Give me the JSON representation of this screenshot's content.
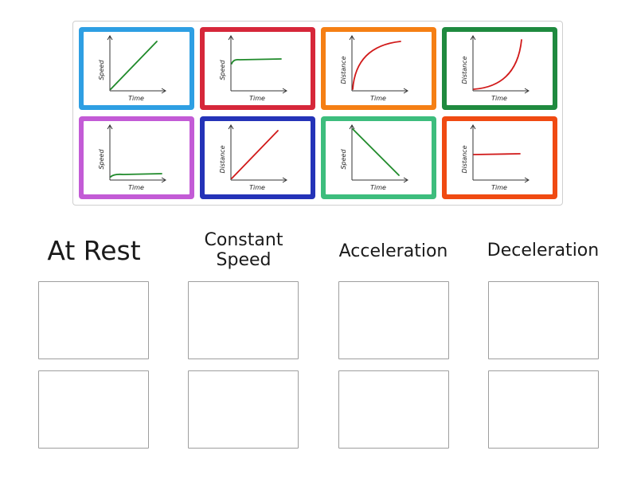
{
  "cards": [
    {
      "name": "card-speed-linear-increase",
      "frame": "#2e9fe3",
      "ylabel": "Speed",
      "xlabel": "Time",
      "curve": "linear-up",
      "curve_color": "#1f8a2a"
    },
    {
      "name": "card-speed-constant",
      "frame": "#d6273a",
      "ylabel": "Speed",
      "xlabel": "Time",
      "curve": "flat-high",
      "curve_color": "#1f8a2a"
    },
    {
      "name": "card-distance-decelerating",
      "frame": "#f57f14",
      "ylabel": "Distance",
      "xlabel": "Time",
      "curve": "concave-down",
      "curve_color": "#d11a1a"
    },
    {
      "name": "card-distance-accelerating",
      "frame": "#1f8a3f",
      "ylabel": "Distance",
      "xlabel": "Time",
      "curve": "concave-up",
      "curve_color": "#d11a1a"
    },
    {
      "name": "card-speed-zero",
      "frame": "#c35bd6",
      "ylabel": "Speed",
      "xlabel": "Time",
      "curve": "flat-low",
      "curve_color": "#1f8a2a"
    },
    {
      "name": "card-distance-linear-increase",
      "frame": "#2433b8",
      "ylabel": "Distance",
      "xlabel": "Time",
      "curve": "linear-up",
      "curve_color": "#d11a1a"
    },
    {
      "name": "card-speed-linear-decrease",
      "frame": "#3dbd7d",
      "ylabel": "Speed",
      "xlabel": "Time",
      "curve": "linear-down",
      "curve_color": "#1f8a2a"
    },
    {
      "name": "card-distance-constant",
      "frame": "#f04a12",
      "ylabel": "Distance",
      "xlabel": "Time",
      "curve": "flat-mid",
      "curve_color": "#d11a1a"
    }
  ],
  "categories": [
    {
      "name": "at-rest",
      "label": "At Rest"
    },
    {
      "name": "constant-speed",
      "label_line1": "Constant",
      "label_line2": "Speed"
    },
    {
      "name": "acceleration",
      "label": "Acceleration"
    },
    {
      "name": "deceleration",
      "label": "Deceleration"
    }
  ]
}
